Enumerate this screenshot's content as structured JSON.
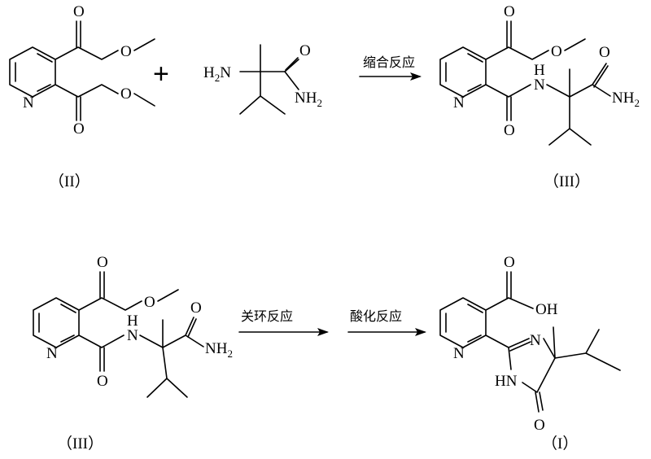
{
  "reaction1": {
    "reagent": {
      "nh2_left": "H",
      "nh2_left_sub": "2",
      "nh2_left_n": "N",
      "o": "O",
      "amide_n": "NH",
      "amide_sub": "2"
    },
    "plus": "+",
    "condition": "缩合反应"
  },
  "reaction2": {
    "condition_1": "关环反应",
    "condition_2": "酸化反应"
  },
  "molecules": {
    "II": {
      "label": "（II）",
      "n": "N",
      "o1": "O",
      "o2": "O",
      "o3": "O",
      "o4": "O"
    },
    "III_top": {
      "label": "（III）",
      "n": "N",
      "nh": "N",
      "h": "H",
      "o_ester_carbonyl": "O",
      "o_ester": "O",
      "o_amide1": "O",
      "o_amide2": "O",
      "nh2": "NH",
      "nh2_sub": "2"
    },
    "III_bottom": {
      "label": "（III）",
      "n": "N",
      "nh": "N",
      "h": "H",
      "o_ester_carbonyl": "O",
      "o_ester": "O",
      "o_amide1": "O",
      "o_amide2": "O",
      "nh2": "NH",
      "nh2_sub": "2"
    },
    "I": {
      "label": "（I）",
      "n_py": "N",
      "o_acid": "O",
      "oh": "OH",
      "n_ring": "N",
      "hn": "HN",
      "o_ring": "O"
    }
  }
}
